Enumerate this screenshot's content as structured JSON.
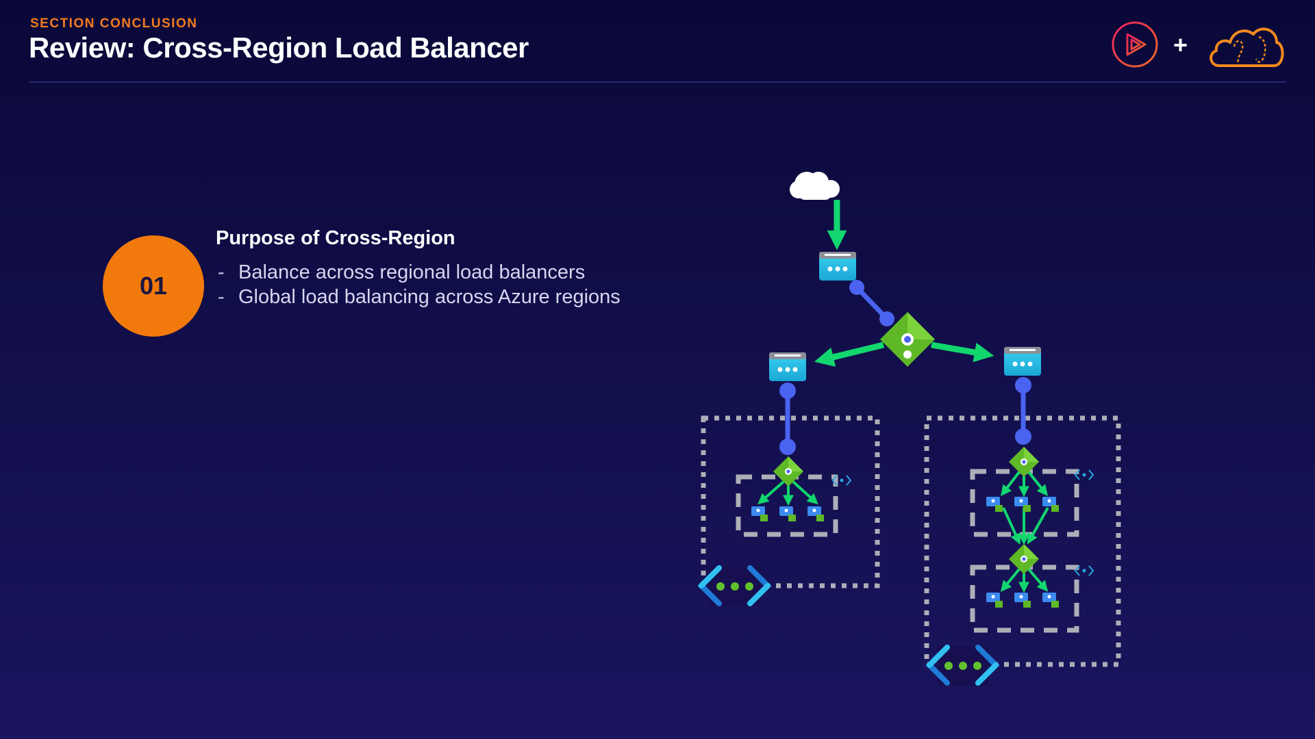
{
  "header": {
    "eyebrow": "SECTION CONCLUSION",
    "title": "Review: Cross-Region Load Balancer",
    "plus": "+"
  },
  "logos": {
    "left": "play-logo-icon",
    "right": "cloud-logo-icon"
  },
  "section": {
    "number": "01",
    "heading": "Purpose of Cross-Region",
    "bullets": [
      "Balance across regional load balancers",
      "Global load balancing across Azure regions"
    ]
  },
  "colors": {
    "accent": "#f27a0c",
    "arrow": "#12d66e",
    "connector": "#4a63f0",
    "lb": "#5fb927",
    "frontend": "#29c3e8"
  },
  "diagram": {
    "icons": [
      "internet-cloud-icon",
      "public-ip-icon",
      "load-balancer-icon",
      "virtual-machine-icon",
      "virtual-network-icon"
    ]
  }
}
